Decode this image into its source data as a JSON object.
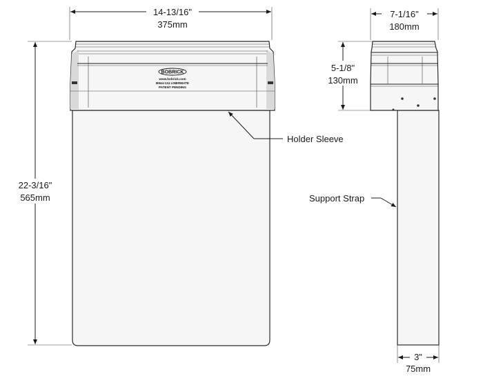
{
  "drawing": {
    "dimensions": {
      "front_width_in": "14-13/16\"",
      "front_width_mm": "375mm",
      "side_depth_in": "7-1/16\"",
      "side_depth_mm": "180mm",
      "height_in": "22-3/16\"",
      "height_mm": "565mm",
      "sleeve_height_in": "5-1/8\"",
      "sleeve_height_mm": "130mm",
      "strap_width_in": "3\"",
      "strap_width_mm": "75mm"
    },
    "callouts": {
      "holder_sleeve": "Holder Sleeve",
      "support_strap": "Support Strap"
    },
    "sleeve_markings": {
      "brand": "BOBRICK",
      "website": "www.bobrick.com",
      "model": "B944-124 LINERMATE",
      "patent": "PATENT PENDING"
    }
  }
}
